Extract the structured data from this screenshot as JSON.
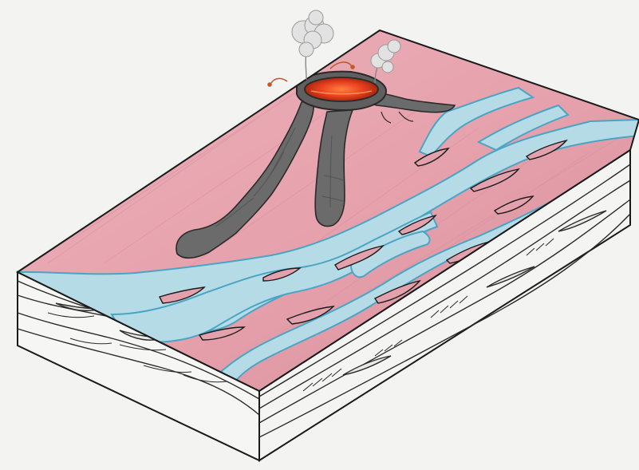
{
  "figure": {
    "subject": "volcano-braided-river-block-diagram",
    "colors": {
      "background": "#f3f3f1",
      "land_surface": "#e8a9b3",
      "land_surface_light": "#f0c2c8",
      "river_water": "#b5dbe6",
      "river_edge": "#5fb3cf",
      "lava_flow": "#6e6e6e",
      "crater_lava": "#e8401f",
      "steam": "#d9d9d9",
      "outline": "#1a1a1a",
      "block_side": "#f6f6f4"
    },
    "elements": {
      "volcano": "volcanic-cone-with-lava-lake",
      "lava_flows": 3,
      "steam_plumes": 2,
      "river": "braided-river",
      "strata": "layered-sediment-block"
    }
  }
}
